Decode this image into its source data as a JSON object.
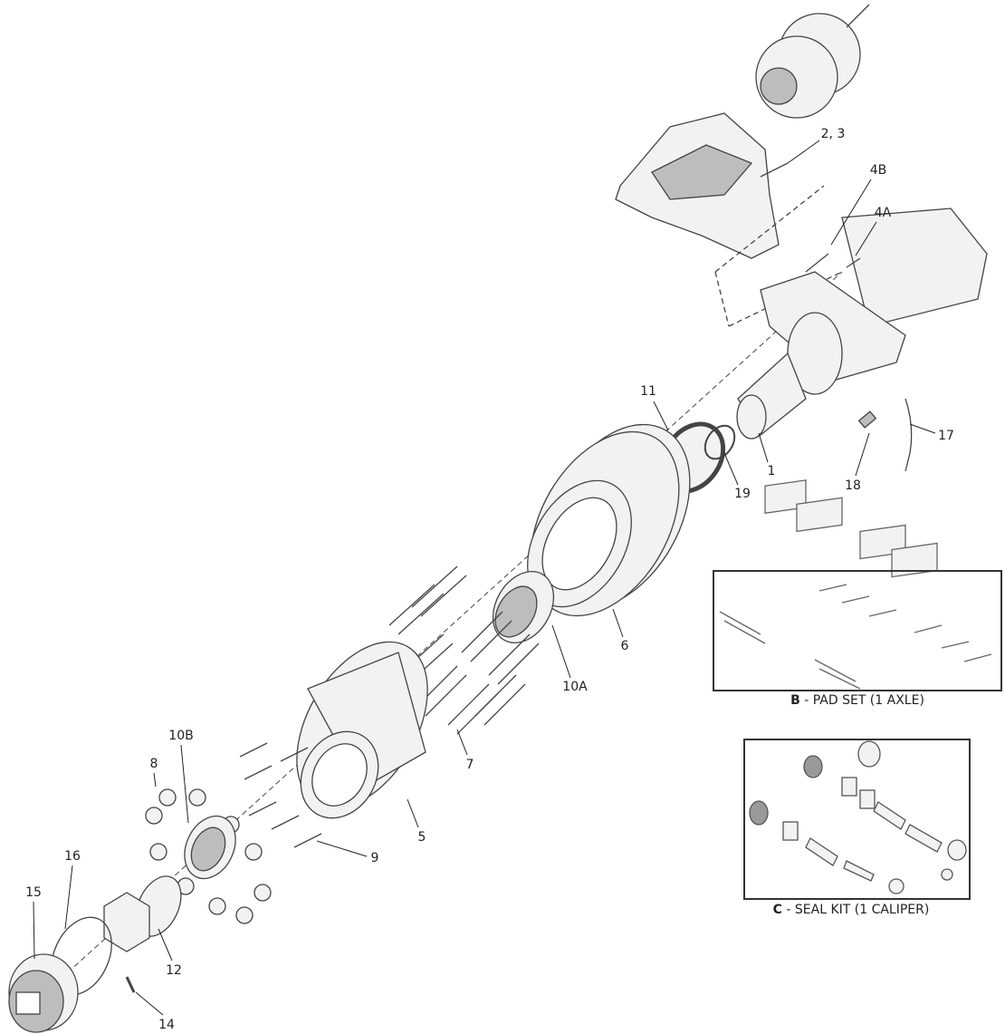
{
  "callouts": {
    "c23": "2, 3",
    "c4b": "4B",
    "c4a": "4A",
    "c11": "11",
    "c1": "1",
    "c19": "19",
    "c17": "17",
    "c18": "18",
    "c6": "6",
    "c10a": "10A",
    "c7": "7",
    "c5": "5",
    "c9": "9",
    "c10b": "10B",
    "c8": "8",
    "c16": "16",
    "c15": "15",
    "c12": "12",
    "c14": "14"
  },
  "kits": {
    "pad_set": {
      "letter": "B",
      "text": " - PAD SET (1 AXLE)"
    },
    "seal_kit": {
      "letter": "C",
      "text": " - SEAL KIT (1 CALIPER)"
    }
  },
  "colors": {
    "line": "#444444",
    "fill": "#f2f2f2",
    "shade": "#bdbdbd"
  }
}
